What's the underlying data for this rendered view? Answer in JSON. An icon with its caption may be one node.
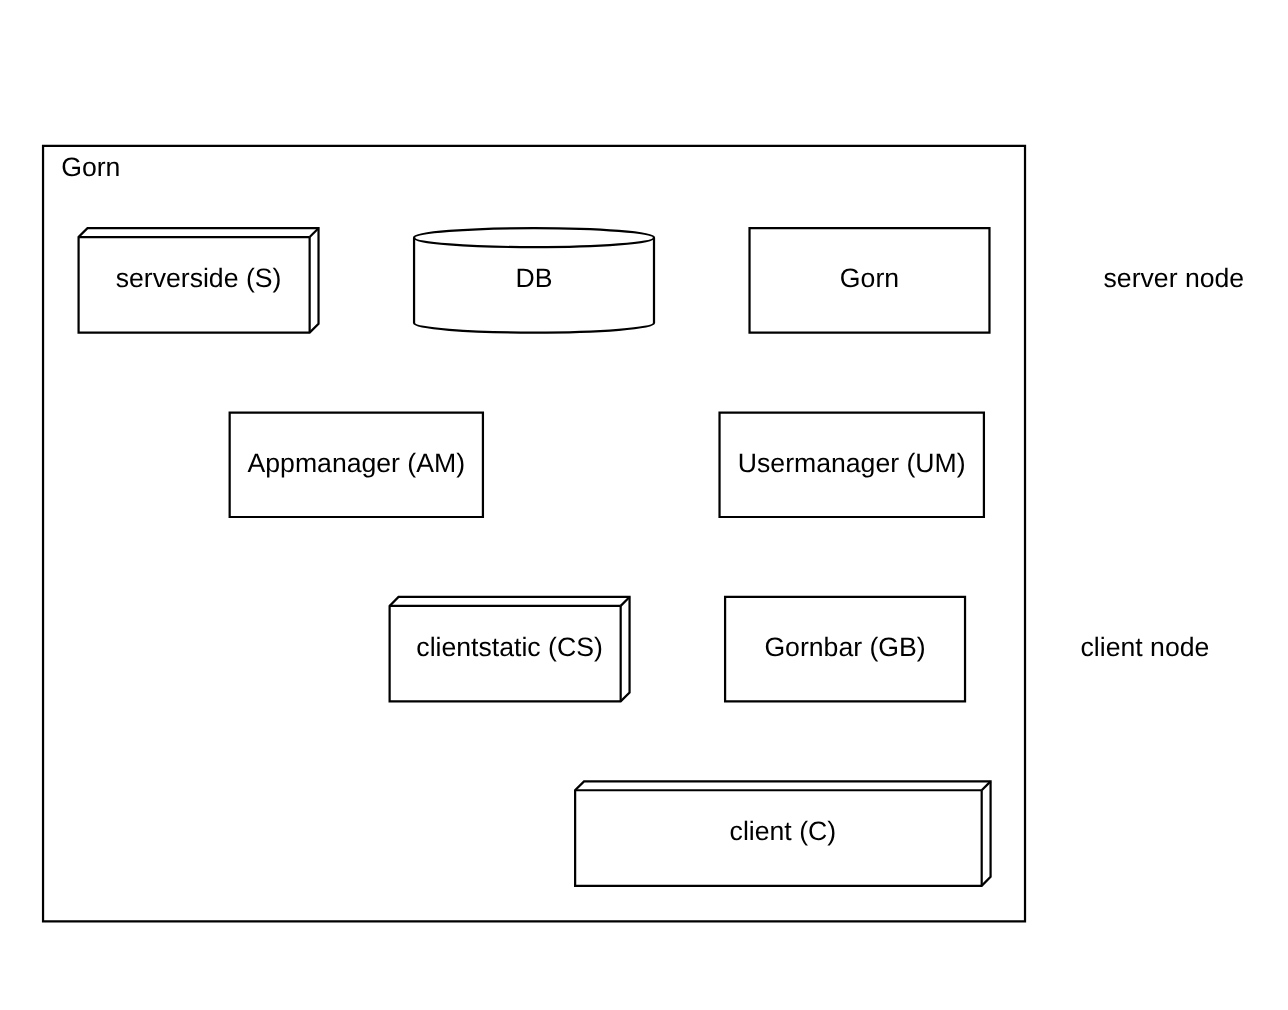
{
  "diagram": {
    "nodes": [
      {
        "text": [
          "Gorn"
        ]
      },
      {
        "text": [
          "Gorn"
        ],
        "in": 0
      },
      {
        "text": [
          "DB"
        ],
        "in": 0
      },
      {
        "text": [
          "serverside (S)"
        ],
        "in": 0
      },
      {
        "text": [
          "Usermanager (UM)"
        ],
        "in": 0
      },
      {
        "text": [
          "Appmanager (AM)"
        ],
        "in": 0
      },
      {
        "text": [
          "Gornbar (GB)"
        ],
        "in": 0
      },
      {
        "text": [
          "clientstatic (CS)"
        ],
        "in": 0
      },
      {
        "text": [
          "client (C)"
        ],
        "in": 0
      }
    ],
    "edges": [],
    "labels": [
      "server node",
      "client node"
    ]
  }
}
